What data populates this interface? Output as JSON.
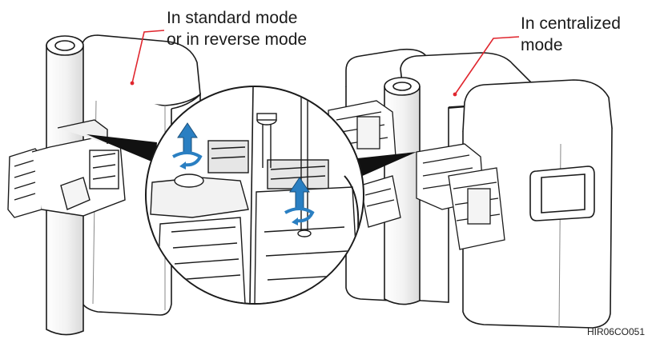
{
  "callouts": {
    "standard_line1": "In standard mode",
    "standard_line2": "or in reverse mode",
    "centralized_line1": "In centralized",
    "centralized_line2": "mode"
  },
  "drawing_code": "HIR06CO051",
  "colors": {
    "line": "#1a1a1a",
    "leader": "#e0262e",
    "arrow": "#2a7fc2",
    "body_fill": "#ffffff",
    "shade": "#e6e6e6"
  },
  "icons": {
    "rotate_arrow_left": "rotate-arrow-icon",
    "rotate_arrow_right": "rotate-arrow-icon"
  }
}
